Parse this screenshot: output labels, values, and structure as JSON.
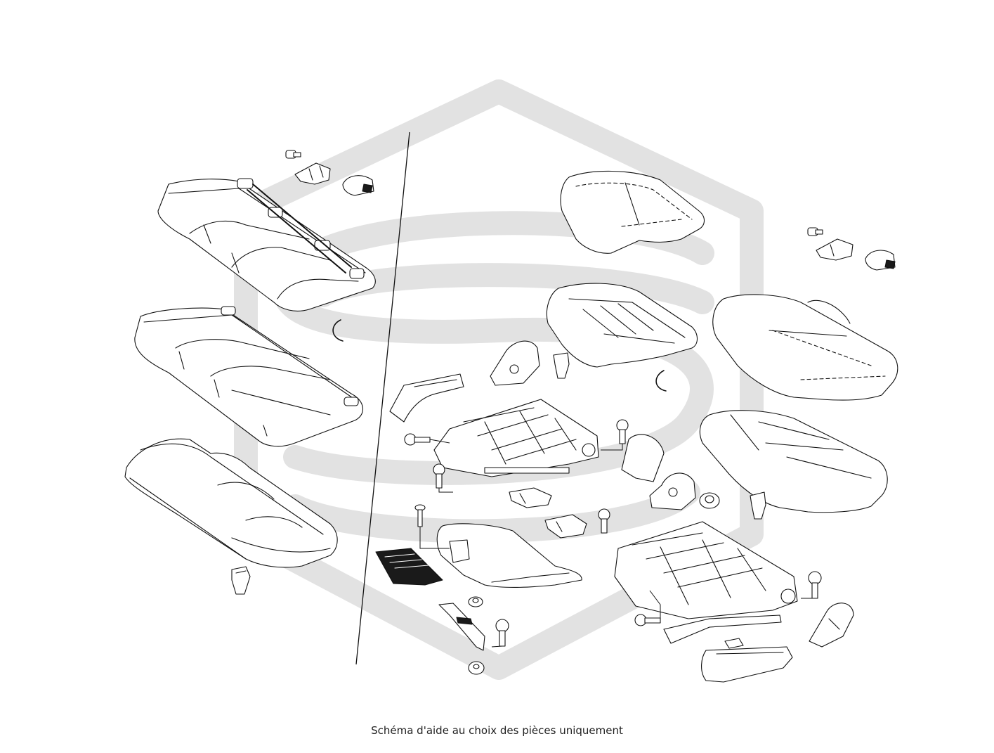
{
  "caption": "Schéma d'aide au choix des pièces uniquement",
  "colors": {
    "line": "#111111",
    "watermark": "#e2e2e2",
    "background": "#ffffff"
  },
  "watermark_icon": "hexagon-s-logo",
  "parts": [
    {
      "name": "rear-seat-back-frame"
    },
    {
      "name": "rear-seat-back-cover"
    },
    {
      "name": "rear-seat-cushion-pad"
    },
    {
      "name": "left-bolt-small"
    },
    {
      "name": "left-hinge-bracket"
    },
    {
      "name": "left-hinge-cover"
    },
    {
      "name": "left-wire-clip"
    },
    {
      "name": "left-push-clip"
    },
    {
      "name": "front-seat-back-cover"
    },
    {
      "name": "front-seat-back-pad"
    },
    {
      "name": "front-seat-cushion-cover"
    },
    {
      "name": "front-seat-cushion-pad"
    },
    {
      "name": "right-bolt-small"
    },
    {
      "name": "right-hinge-bracket"
    },
    {
      "name": "right-hinge-cover"
    },
    {
      "name": "side-trim-panel"
    },
    {
      "name": "recliner-cover-upper"
    },
    {
      "name": "push-clip-upper"
    },
    {
      "name": "center-wire-clip"
    },
    {
      "name": "seat-rail-frame-upper"
    },
    {
      "name": "bolt-left-1"
    },
    {
      "name": "bolt-left-2"
    },
    {
      "name": "bolt-right-1"
    },
    {
      "name": "shield-curved"
    },
    {
      "name": "recliner-cover-lower"
    },
    {
      "name": "nut-flange"
    },
    {
      "name": "push-clip-right"
    },
    {
      "name": "bracket-mid-1"
    },
    {
      "name": "bracket-mid-2"
    },
    {
      "name": "bolt-mid"
    },
    {
      "name": "screw-long"
    },
    {
      "name": "armrest-assembly"
    },
    {
      "name": "grille-panel"
    },
    {
      "name": "nut-small"
    },
    {
      "name": "bracket-lower"
    },
    {
      "name": "bolt-lower"
    },
    {
      "name": "grommet"
    },
    {
      "name": "seat-rail-frame-lower"
    },
    {
      "name": "bolt-lower-right"
    },
    {
      "name": "bolt-lower-left"
    },
    {
      "name": "small-clip-lower"
    },
    {
      "name": "side-trim-lower"
    },
    {
      "name": "end-cover-lower"
    }
  ]
}
